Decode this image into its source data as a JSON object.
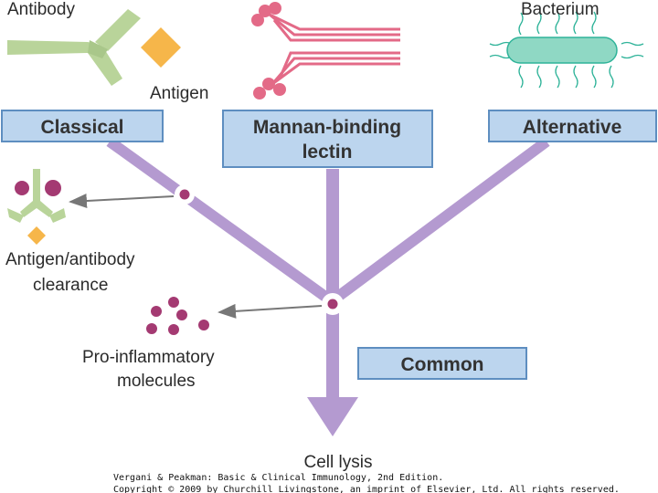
{
  "labels": {
    "antibody": "Antibody",
    "antigen": "Antigen",
    "bacterium": "Bacterium",
    "clearance_line1": "Antigen/antibody",
    "clearance_line2": "clearance",
    "proinflam_line1": "Pro-inflammatory",
    "proinflam_line2": "molecules",
    "cell_lysis": "Cell lysis"
  },
  "pathways": {
    "classical": "Classical",
    "mbl_line1": "Mannan-binding",
    "mbl_line2": "lectin",
    "alternative": "Alternative",
    "common": "Common"
  },
  "credit": {
    "line1": "Vergani & Peakman: Basic & Clinical Immunology, 2nd Edition.",
    "line2": "Copyright © 2009 by Churchill Livingstone, an imprint of Elsevier, Ltd. All rights reserved."
  },
  "colors": {
    "pathway": "#b49ad0",
    "box_fill": "#bcd5ee",
    "box_stroke": "#5e8ec0",
    "antibody": "#b9d49a",
    "antigen": "#f6b64a",
    "mbl": "#e36a87",
    "bacterium": "#8fd8c4",
    "molecule": "#a43a72",
    "arrow": "#777777"
  },
  "icons": [
    "antibody-icon",
    "antigen-icon",
    "mannan-binding-lectin-icon",
    "bacterium-icon",
    "immune-complex-icon",
    "pro-inflammatory-molecules-icon"
  ]
}
